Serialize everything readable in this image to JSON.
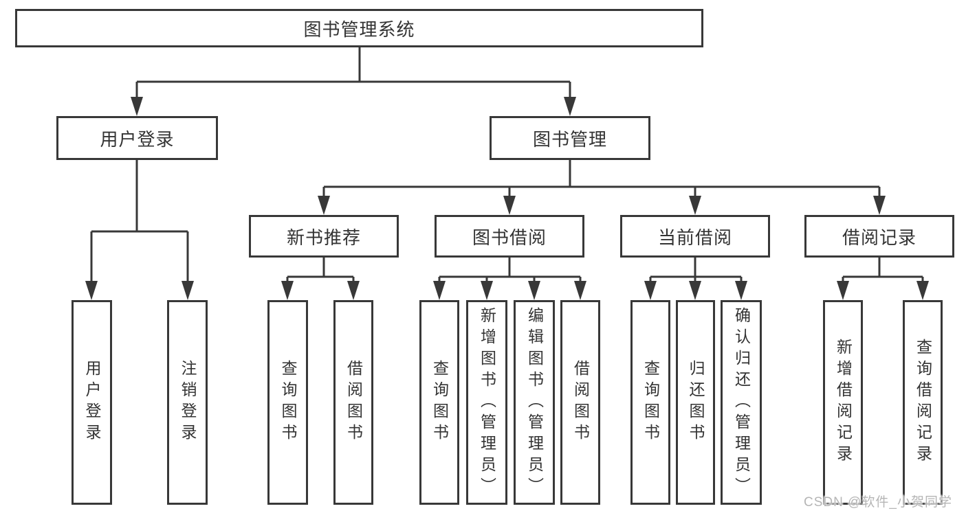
{
  "diagram": {
    "root": "图书管理系统",
    "level2": {
      "user_login": "用户登录",
      "book_mgmt": "图书管理"
    },
    "level3": {
      "new_books": "新书推荐",
      "book_borrow": "图书借阅",
      "current_borrow": "当前借阅",
      "borrow_records": "借阅记录"
    },
    "leaves": {
      "login": "用户登录",
      "logout": "注销登录",
      "nb_query": "查询图书",
      "nb_borrow": "借阅图书",
      "bb_query": "查询图书",
      "bb_add": "新增图书（管理员）",
      "bb_edit": "编辑图书（管理员）",
      "bb_borrow": "借阅图书",
      "cb_query": "查询图书",
      "cb_return": "归还图书",
      "cb_confirm": "确认归还（管理员）",
      "br_add": "新增借阅记录",
      "br_query": "查询借阅记录"
    }
  },
  "watermark": "CSDN @软件_小贺同学",
  "colors": {
    "line": "#383838",
    "text": "#333333",
    "box_fill": "#ffffff",
    "watermark": "#b5b5b5",
    "background": "#ffffff"
  }
}
